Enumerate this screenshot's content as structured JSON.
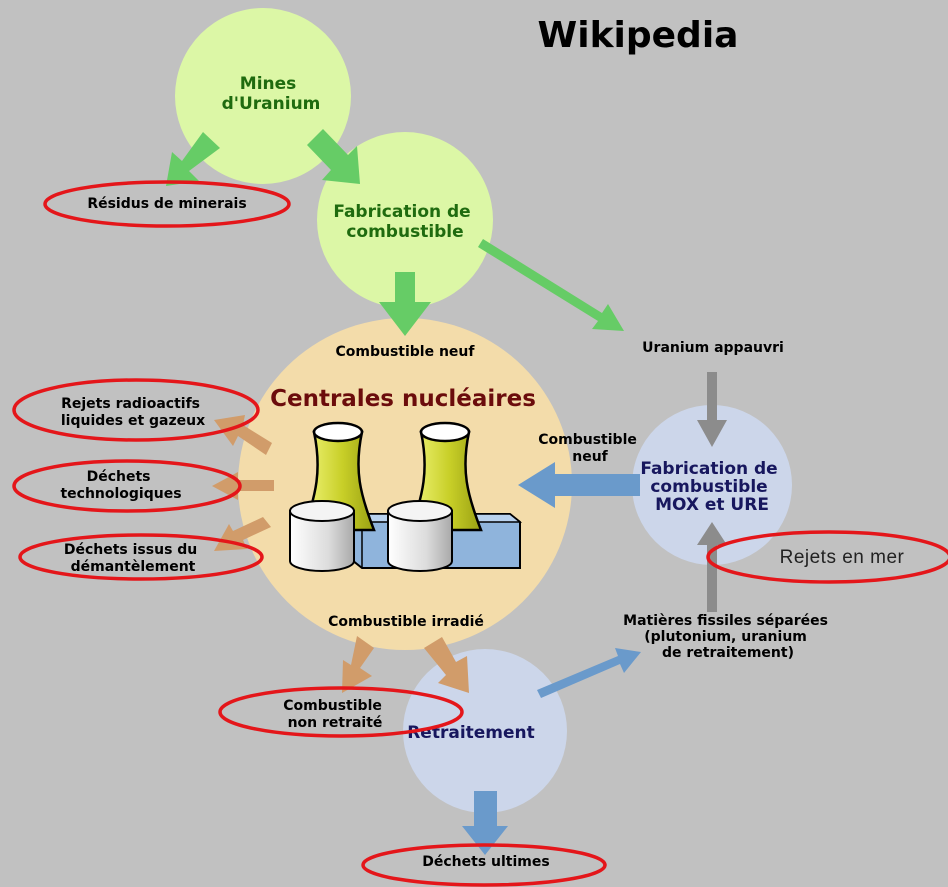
{
  "brand": "Wikipedia",
  "nodes": {
    "mines": [
      "Mines",
      "d'Uranium"
    ],
    "fabrication": [
      "Fabrication de",
      "combustible"
    ],
    "centrales": "Centrales nucléaires",
    "mox": [
      "Fabrication de",
      "combustible",
      "MOX et URE"
    ],
    "retraitement": "Retraitement"
  },
  "labels": {
    "residus": "Résidus de minerais",
    "combustible_neuf": "Combustible neuf",
    "uranium_appauvri": "Uranium appauvri",
    "rejets_radio": [
      "Rejets radioactifs",
      "liquides et gazeux"
    ],
    "dechets_techno": [
      "Déchets",
      "technologiques"
    ],
    "dechets_demantelement": [
      "Déchets issus du",
      "démantèlement"
    ],
    "combustible_neuf_mox": [
      "Combustible",
      "neuf"
    ],
    "rejets_mer": "Rejets en mer",
    "combustible_irradie": "Combustible irradié",
    "matieres_fissiles": [
      "Matières fissiles séparées",
      "(plutonium, uranium",
      "de retraitement)"
    ],
    "combustible_non_retraite": [
      "Combustible",
      "non retraité"
    ],
    "dechets_ultimes": "Déchets ultimes"
  },
  "colors": {
    "background": "#c1c1c1",
    "green_node": "#dcf7a6",
    "centrale_node": "#f3dcaa",
    "blue_node": "#ccd6ea",
    "green_arrow": "#66cc66",
    "orange_arrow": "#d19c6a",
    "blue_arrow": "#6a9acb",
    "gray_arrow": "#8c8c8c",
    "red_highlight": "#e4161a"
  }
}
